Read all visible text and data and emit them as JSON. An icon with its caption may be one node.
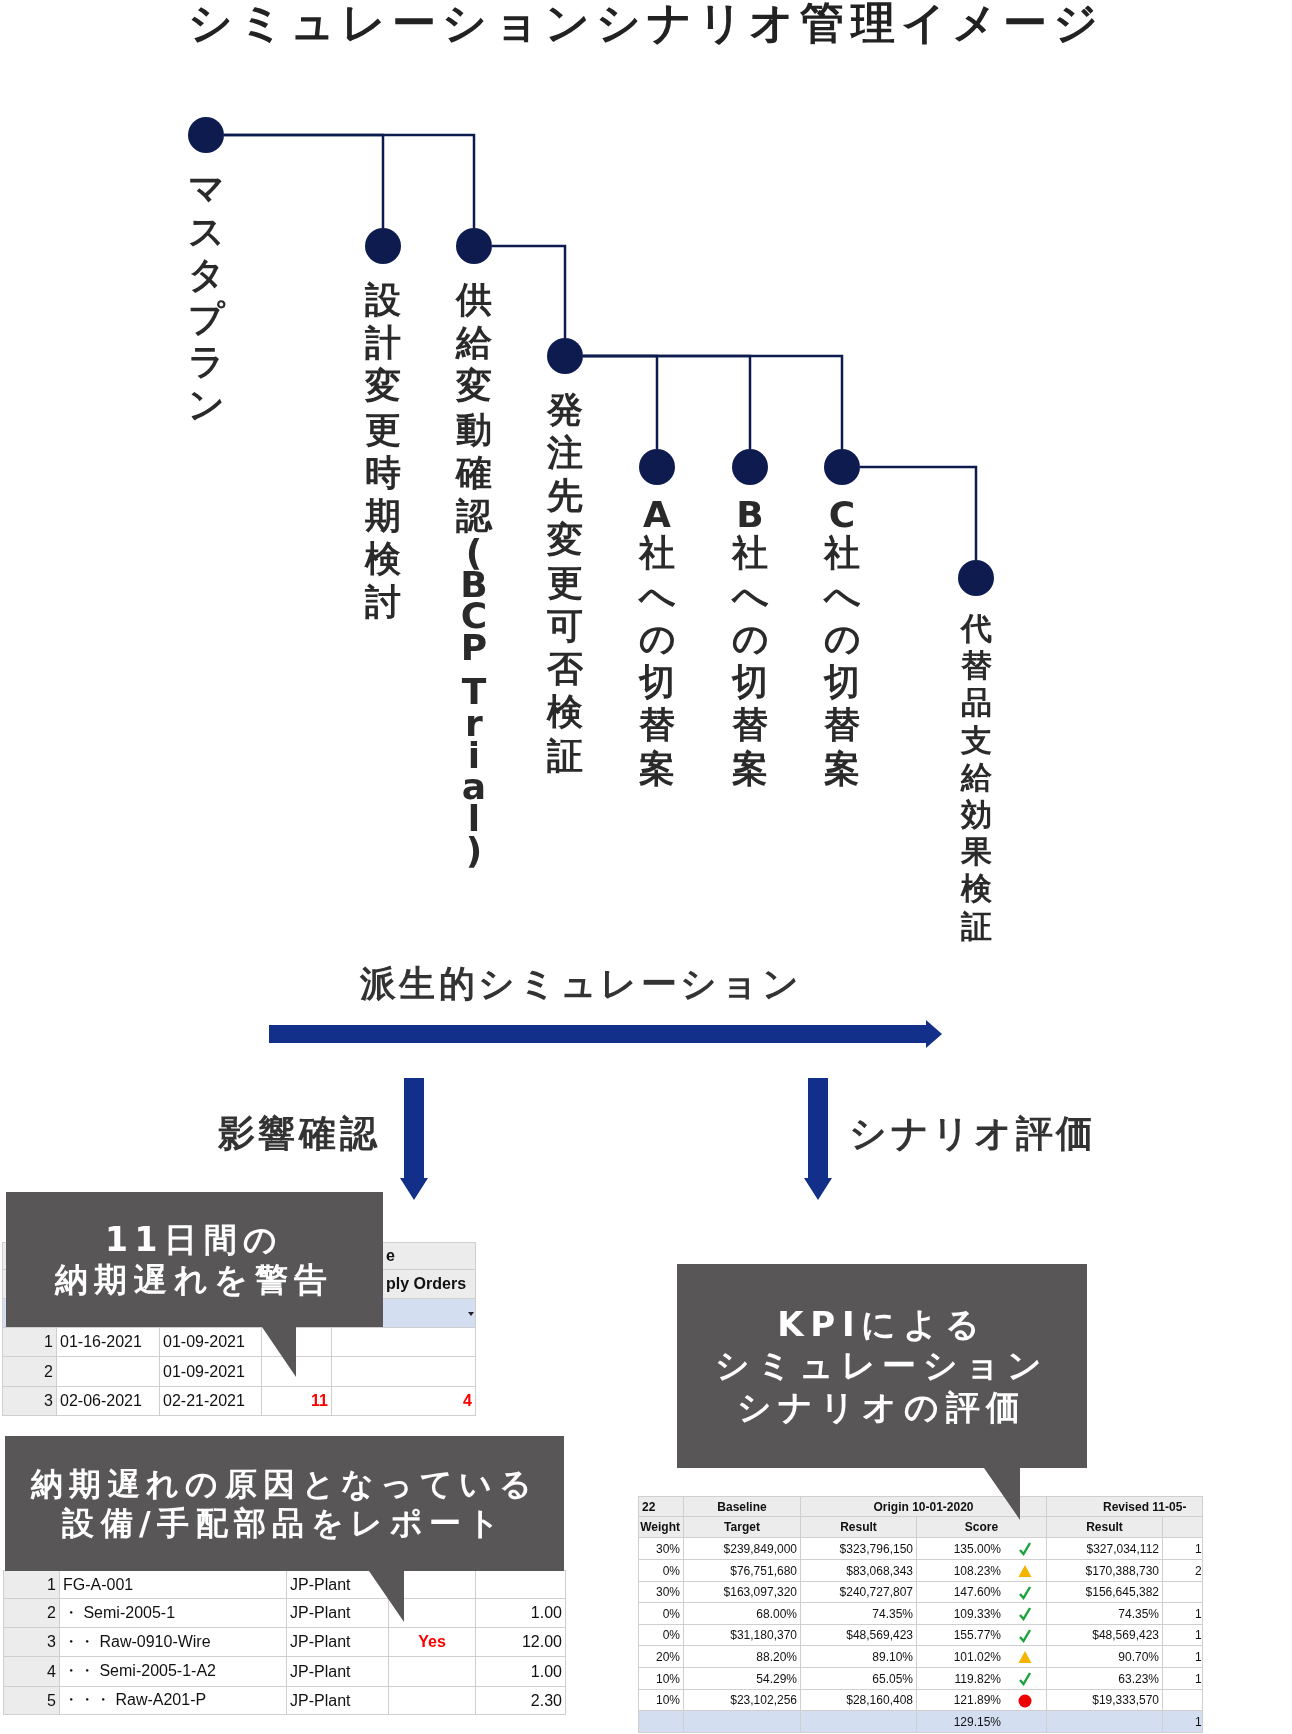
{
  "diagram": {
    "title": "シミュレーションシナリオ管理イメージ",
    "nodes": [
      {
        "text": [
          "マスタプラン"
        ]
      },
      {
        "text": [
          "設計変更時期検討"
        ]
      },
      {
        "text": [
          "供給変動確認(BCP Trial)"
        ]
      },
      {
        "text": [
          "発注先変更可否検証"
        ]
      },
      {
        "text": [
          "A社への切替案"
        ]
      },
      {
        "text": [
          "B社への切替案"
        ]
      },
      {
        "text": [
          "C社への切替案"
        ]
      },
      {
        "text": [
          "代替品支給効果検証"
        ]
      },
      {
        "text": [
          "11日間の納期遅れを警告"
        ]
      },
      {
        "text": [
          "納期遅れの原因となっている設備/手配部品をレポート"
        ]
      },
      {
        "text": [
          "KPIによるシミュレーションシナリオの評価"
        ]
      }
    ],
    "edges": [
      {
        "from": 0,
        "to": 1,
        "arrow": "none"
      },
      {
        "from": 0,
        "to": 2,
        "arrow": "none"
      },
      {
        "from": 2,
        "to": 3,
        "arrow": "none"
      },
      {
        "from": 3,
        "to": 4,
        "arrow": "none"
      },
      {
        "from": 3,
        "to": 5,
        "arrow": "none"
      },
      {
        "from": 3,
        "to": 6,
        "arrow": "none"
      },
      {
        "from": 6,
        "to": 7,
        "arrow": "none"
      }
    ],
    "labels": [
      "派生的シミュレーション",
      "影響確認",
      "シナリオ評価",
      "e",
      "ply Orders",
      "1",
      "01-16-2021",
      "01-09-2021",
      "2",
      "01-09-2021",
      "3",
      "02-06-2021",
      "02-21-2021",
      "11",
      "4",
      "1",
      "FG-A-001",
      "JP-Plant",
      "2",
      "・ Semi-2005-1",
      "JP-Plant",
      "1.00",
      "3",
      "・・ Raw-0910-Wire",
      "JP-Plant",
      "Yes",
      "12.00",
      "4",
      "・・ Semi-2005-1-A2",
      "JP-Plant",
      "1.00",
      "5",
      "・・・ Raw-A201-P",
      "JP-Plant",
      "2.30",
      "22",
      "Baseline",
      "Origin 10-01-2020",
      "Revised 11-05-",
      "Weight",
      "Target",
      "Result",
      "Score",
      "Result",
      "30%",
      "$239,849,000",
      "$323,796,150",
      "135.00%",
      "$327,034,112",
      "1",
      "0%",
      "$76,751,680",
      "$83,068,343",
      "108.23%",
      "$170,388,730",
      "2",
      "30%",
      "$163,097,320",
      "$240,727,807",
      "147.60%",
      "$156,645,382",
      "0%",
      "68.00%",
      "74.35%",
      "109.33%",
      "74.35%",
      "1",
      "0%",
      "$31,180,370",
      "$48,569,423",
      "155.77%",
      "$48,569,423",
      "1",
      "20%",
      "88.20%",
      "89.10%",
      "101.02%",
      "90.70%",
      "1",
      "10%",
      "54.29%",
      "65.05%",
      "119.82%",
      "63.23%",
      "1",
      "10%",
      "$23,102,256",
      "$28,160,408",
      "121.89%",
      "$19,333,570",
      "129.15%",
      "1"
    ]
  }
}
